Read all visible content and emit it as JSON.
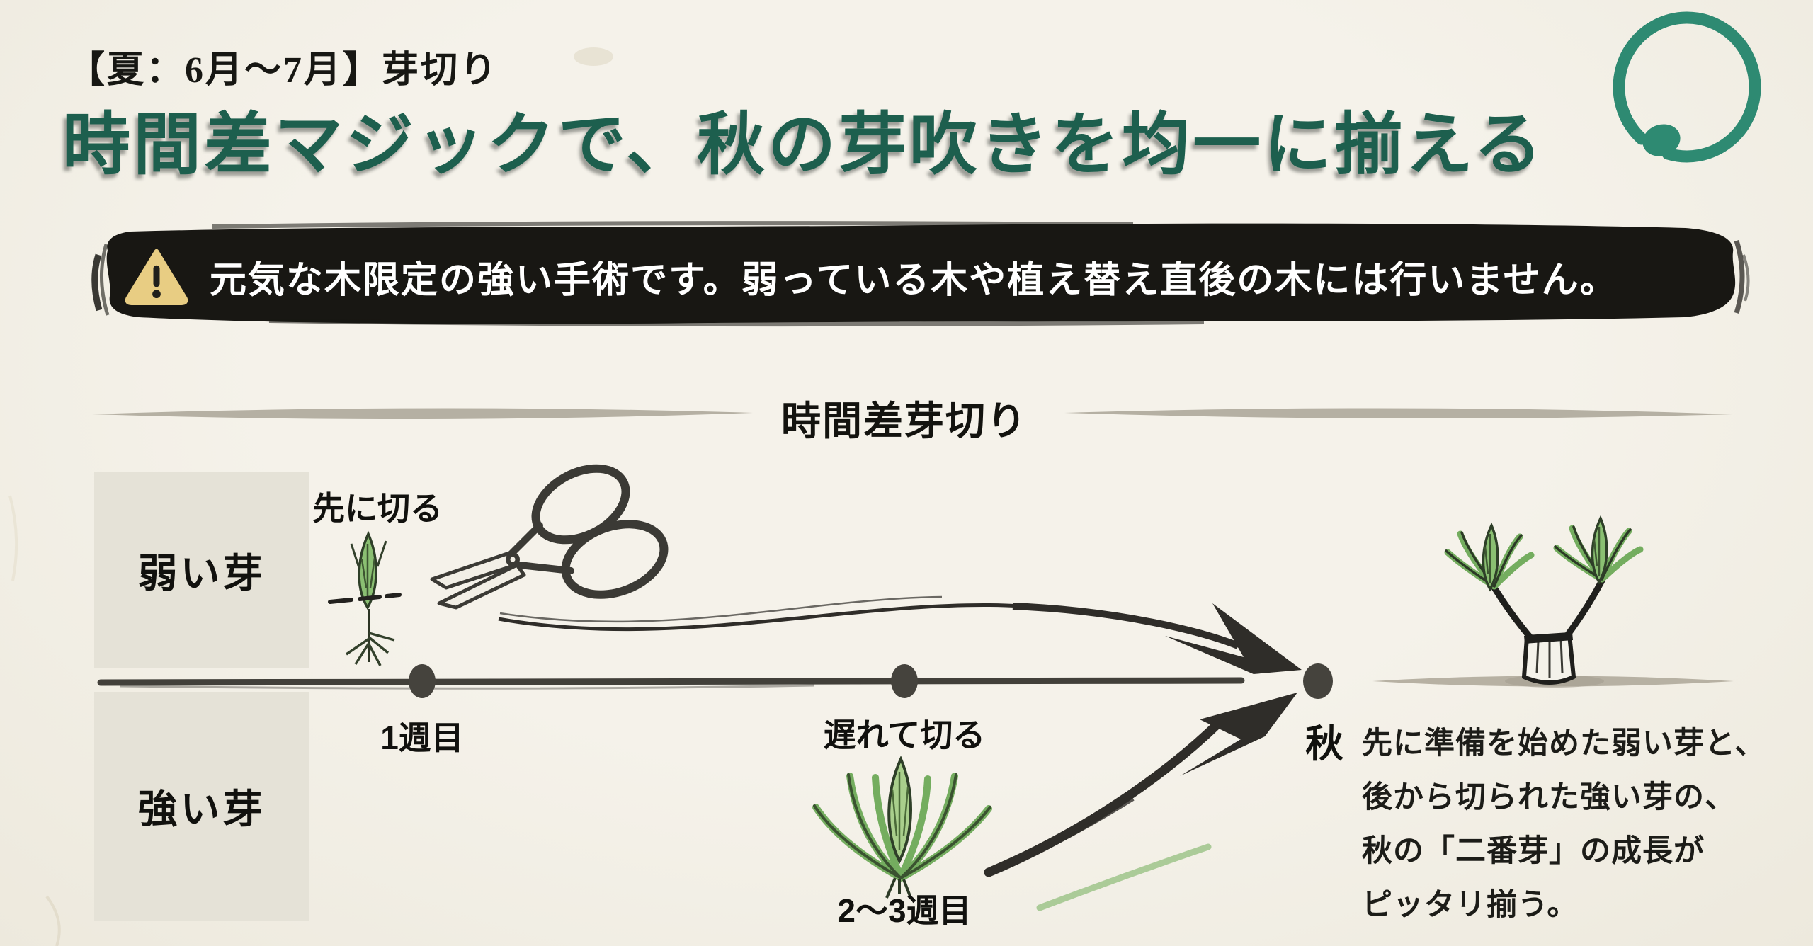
{
  "header": {
    "kicker": "【夏：6月～7月】芽切り",
    "title": "時間差マジックで、秋の芽吹きを均一に揃える"
  },
  "warning": {
    "text": "元気な木限定の強い手術です。弱っている木や植え替え直後の木には行いません。"
  },
  "diagram": {
    "section_title": "時間差芽切り",
    "row_labels": {
      "weak": "弱い芽",
      "strong": "強い芽"
    },
    "timeline_labels": {
      "cut_first": "先に切る",
      "week1": "1週目",
      "cut_later": "遅れて切る",
      "week2_3": "2～3週目",
      "autumn": "秋"
    },
    "result_lines": [
      "先に準備を始めた弱い芽と、",
      "後から切られた強い芽の、",
      "秋の「二番芽」の成長が",
      "ピッタリ揃う。"
    ]
  },
  "colors": {
    "title_green": "#1d5f4e",
    "banner_black": "#181713",
    "warning_gold": "#e8cd83",
    "enso_green": "#2e8a72",
    "bud_green": "#7cb468",
    "ink": "#2f2d29"
  }
}
